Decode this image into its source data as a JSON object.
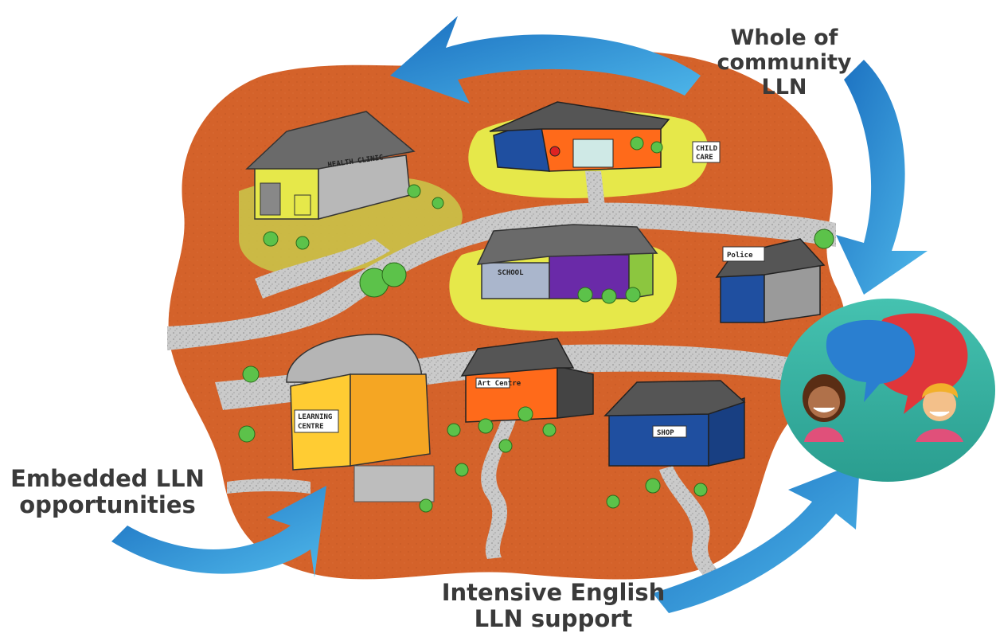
{
  "labels": {
    "whole_community": [
      "Whole of",
      "community",
      "LLN"
    ],
    "embedded": [
      "Embedded LLN",
      "opportunities"
    ],
    "intensive": [
      "Intensive English",
      "LLN support"
    ]
  },
  "signs": {
    "health_clinic": "HEALTH CLINIC",
    "child_care": [
      "CHILD",
      "CARE"
    ],
    "school": "SCHOOL",
    "police": "Police",
    "learning_centre": [
      "LEARNING",
      "CENTRE"
    ],
    "art_centre": "Art Centre",
    "shop": "SHOP"
  },
  "colors": {
    "ground": "#d4622a",
    "road": "#c9c9c9",
    "grass": "#e6e84a",
    "arrow": "#2a8fd6",
    "bubble_bg": "#3fb8a8",
    "text": "#3a3a3a"
  }
}
